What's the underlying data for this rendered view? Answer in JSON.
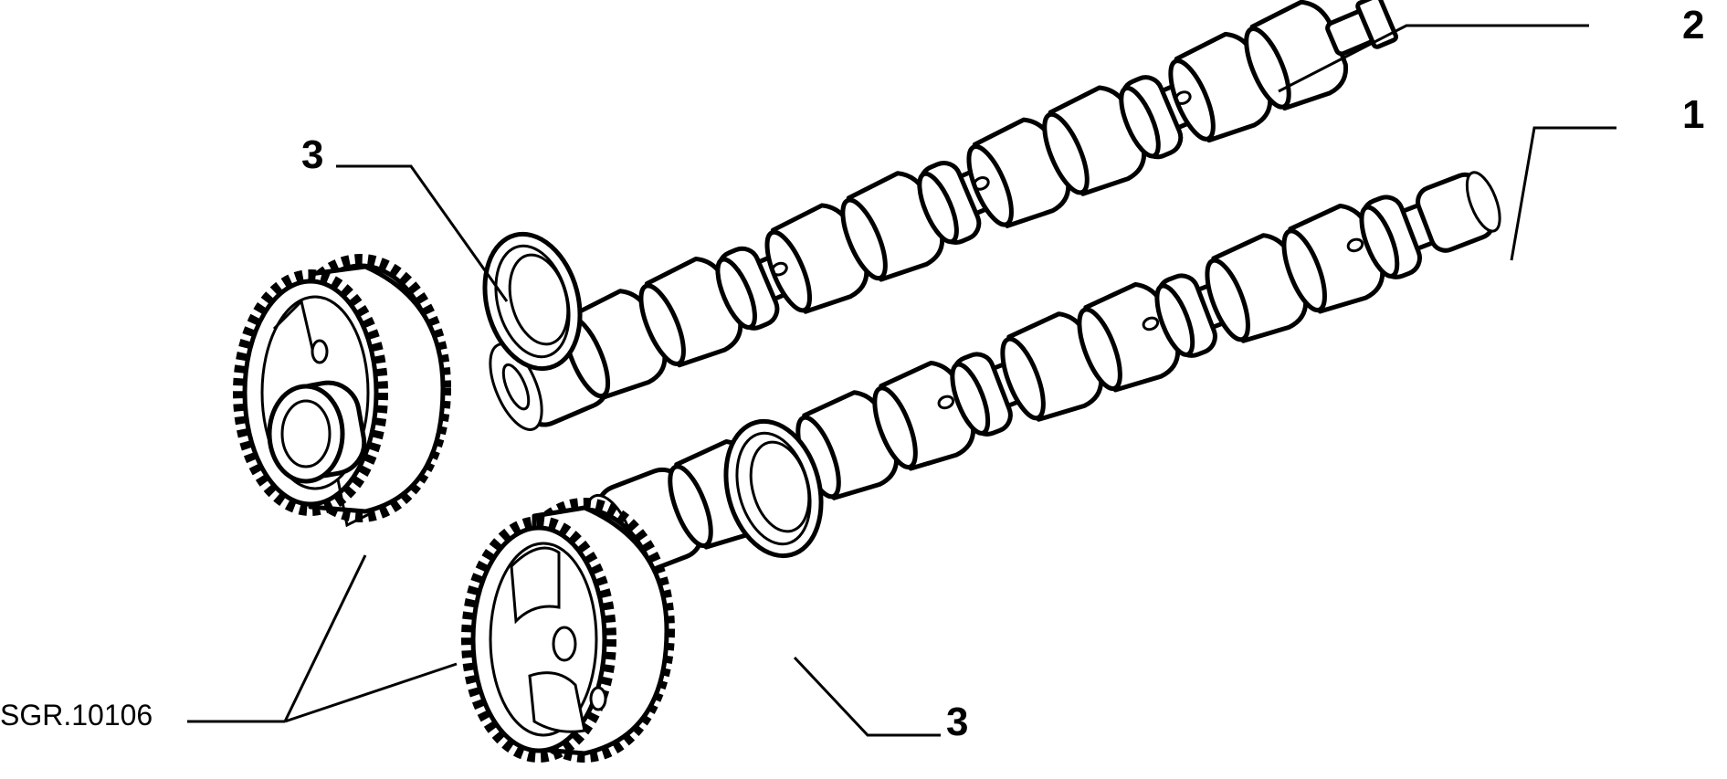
{
  "diagram": {
    "callouts": [
      {
        "id": "camshaft-exhaust",
        "label": "1"
      },
      {
        "id": "camshaft-intake",
        "label": "2"
      },
      {
        "id": "seal-upper",
        "label": "3"
      },
      {
        "id": "seal-lower",
        "label": "3"
      }
    ],
    "reference_code": "SGR.10106"
  }
}
